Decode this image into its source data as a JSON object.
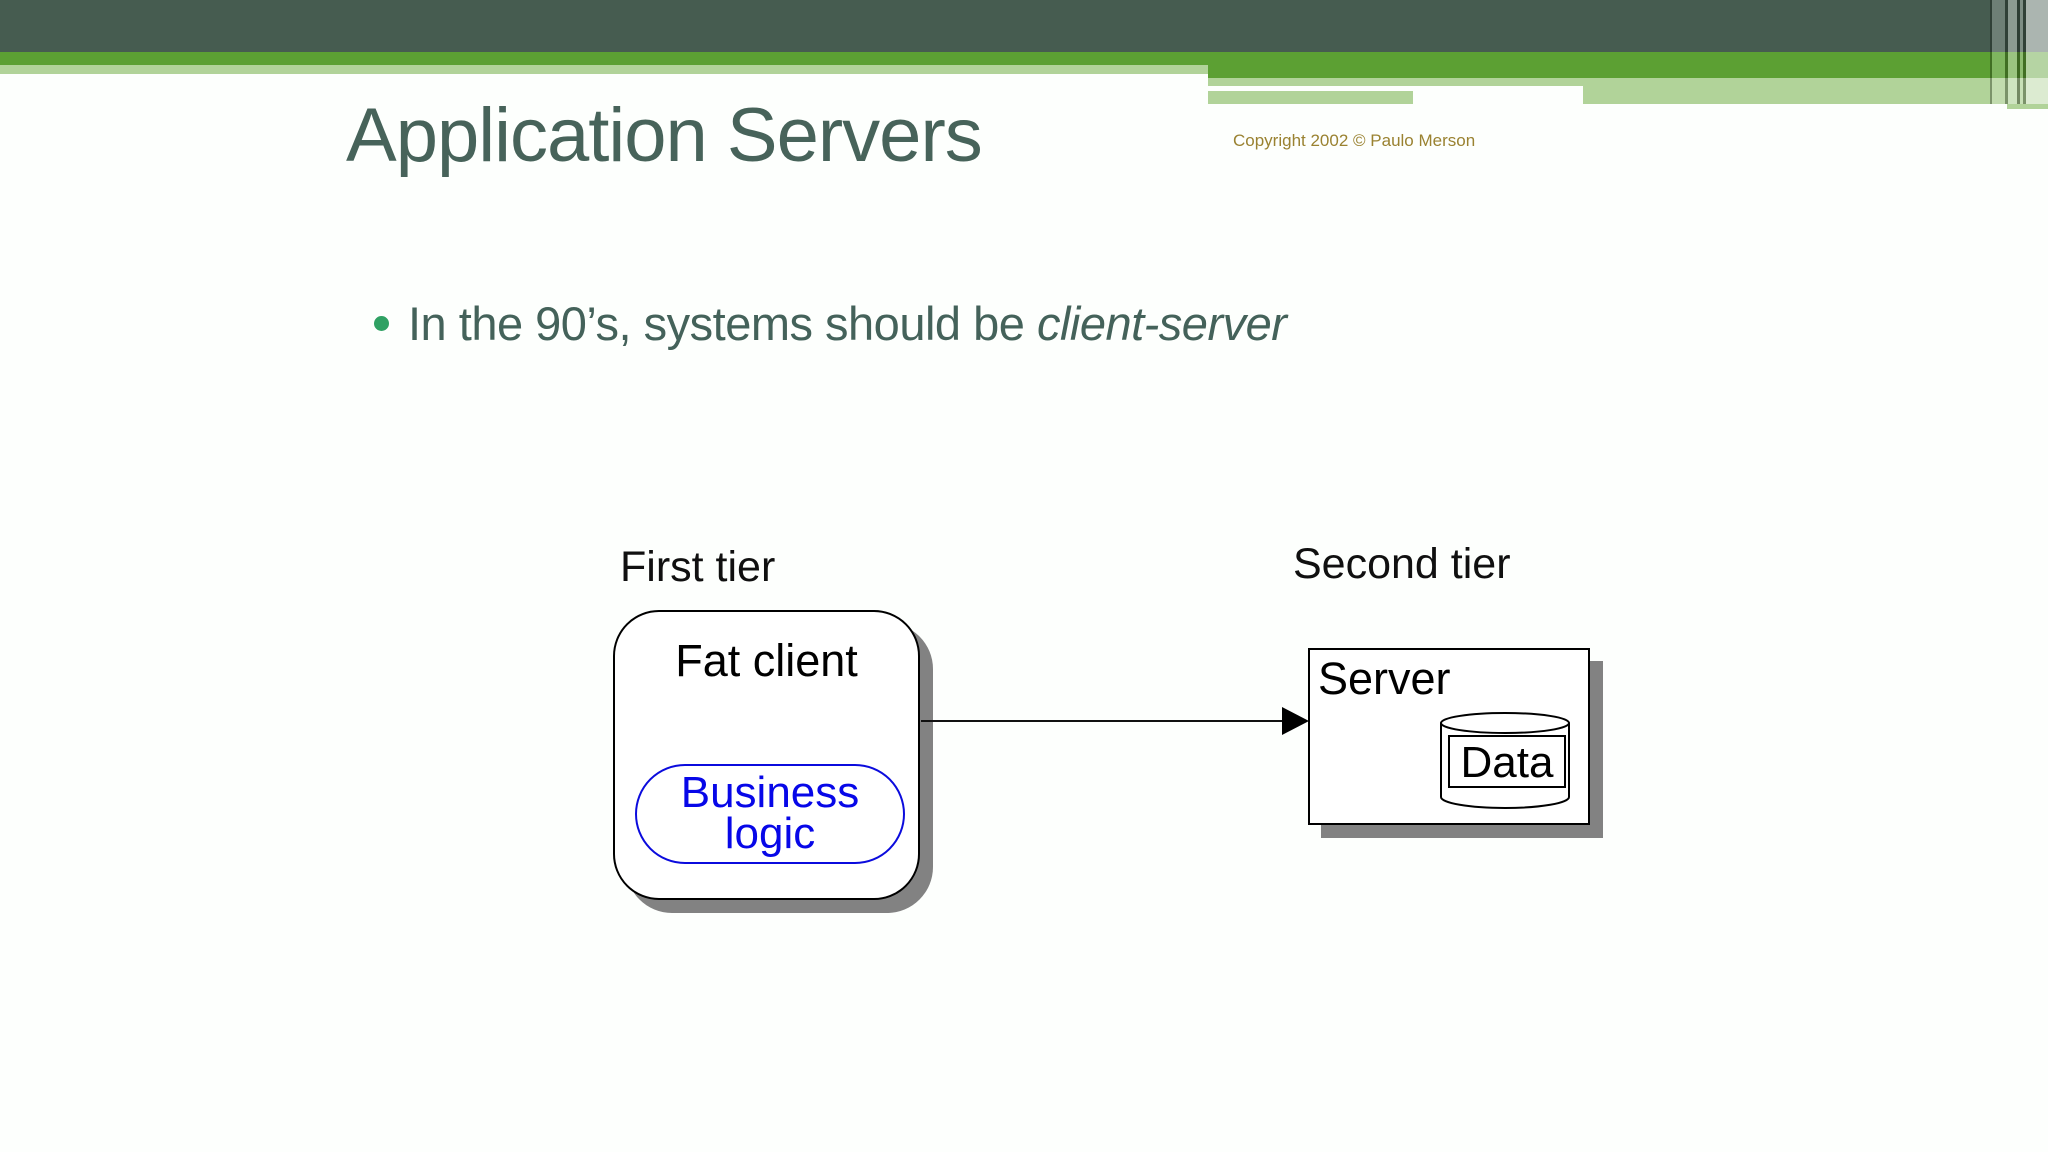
{
  "slide": {
    "title": "Application Servers",
    "copyright": "Copyright 2002 © Paulo Merson",
    "bullet": {
      "text_prefix": "In the 90’s, systems should be ",
      "text_italic": "client-server"
    }
  },
  "diagram": {
    "first_tier_label": "First tier",
    "second_tier_label": "Second tier",
    "fat_client_label": "Fat client",
    "business_logic_line1": "Business",
    "business_logic_line2": "logic",
    "server_label": "Server",
    "data_label": "Data",
    "connector": "arrow from Fat client to Server"
  },
  "colors": {
    "banner_dark": "#465C50",
    "banner_green": "#5CA033",
    "banner_light_green": "#B1D399",
    "title_text": "#47635A",
    "body_text": "#44625A",
    "bullet_dot": "#2FA163",
    "copyright_text": "#9A8231",
    "diagram_blue": "#0707E8",
    "box_shadow": "#828282"
  }
}
